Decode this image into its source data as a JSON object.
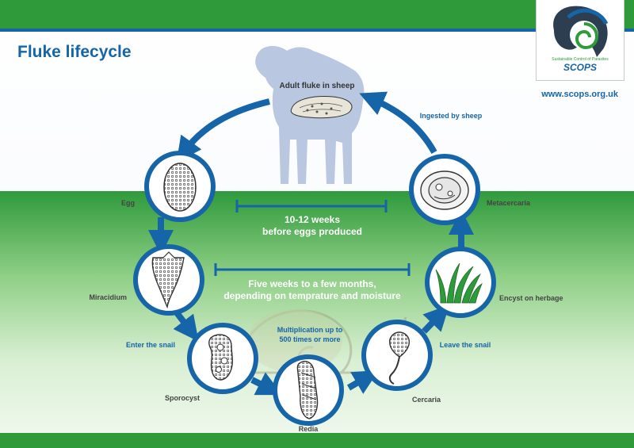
{
  "header": {
    "title": "Fluke lifecycle",
    "website": "www.scops.org.uk"
  },
  "logo": {
    "name": "SCOPS",
    "tagline": "Sustainable Control of Parasites",
    "icon": "sheep-head-spiral-icon"
  },
  "host": {
    "label": "Adult fluke in sheep",
    "icon": "sheep-silhouette-icon"
  },
  "stages": [
    {
      "id": "egg",
      "label": "Egg",
      "icon": "egg-icon"
    },
    {
      "id": "miracidium",
      "label": "Miracidium",
      "icon": "miracidium-icon"
    },
    {
      "id": "sporocyst",
      "label": "Sporocyst",
      "icon": "sporocyst-icon"
    },
    {
      "id": "redia",
      "label": "Redia",
      "icon": "redia-icon"
    },
    {
      "id": "cercaria",
      "label": "Cercaria",
      "icon": "cercaria-icon"
    },
    {
      "id": "encyst",
      "label": "Encyst on herbage",
      "icon": "grass-icon"
    },
    {
      "id": "metacercaria",
      "label": "Metacercaria",
      "icon": "metacercaria-icon"
    }
  ],
  "transitions": {
    "enter_snail": "Enter the snail",
    "leave_snail": "Leave the snail",
    "ingested": "Ingested by sheep",
    "multiplication_line1": "Multiplication up to",
    "multiplication_line2": "500 times or more"
  },
  "timelines": [
    {
      "line1": "10-12 weeks",
      "line2": "before eggs produced"
    },
    {
      "line1": "Five weeks to a few months,",
      "line2": "depending on temprature and moisture"
    }
  ],
  "colors": {
    "blue": "#1565a8",
    "green": "#2e9a3a",
    "light_green": "#dff0d8",
    "sheep": "#b9c8e0"
  }
}
